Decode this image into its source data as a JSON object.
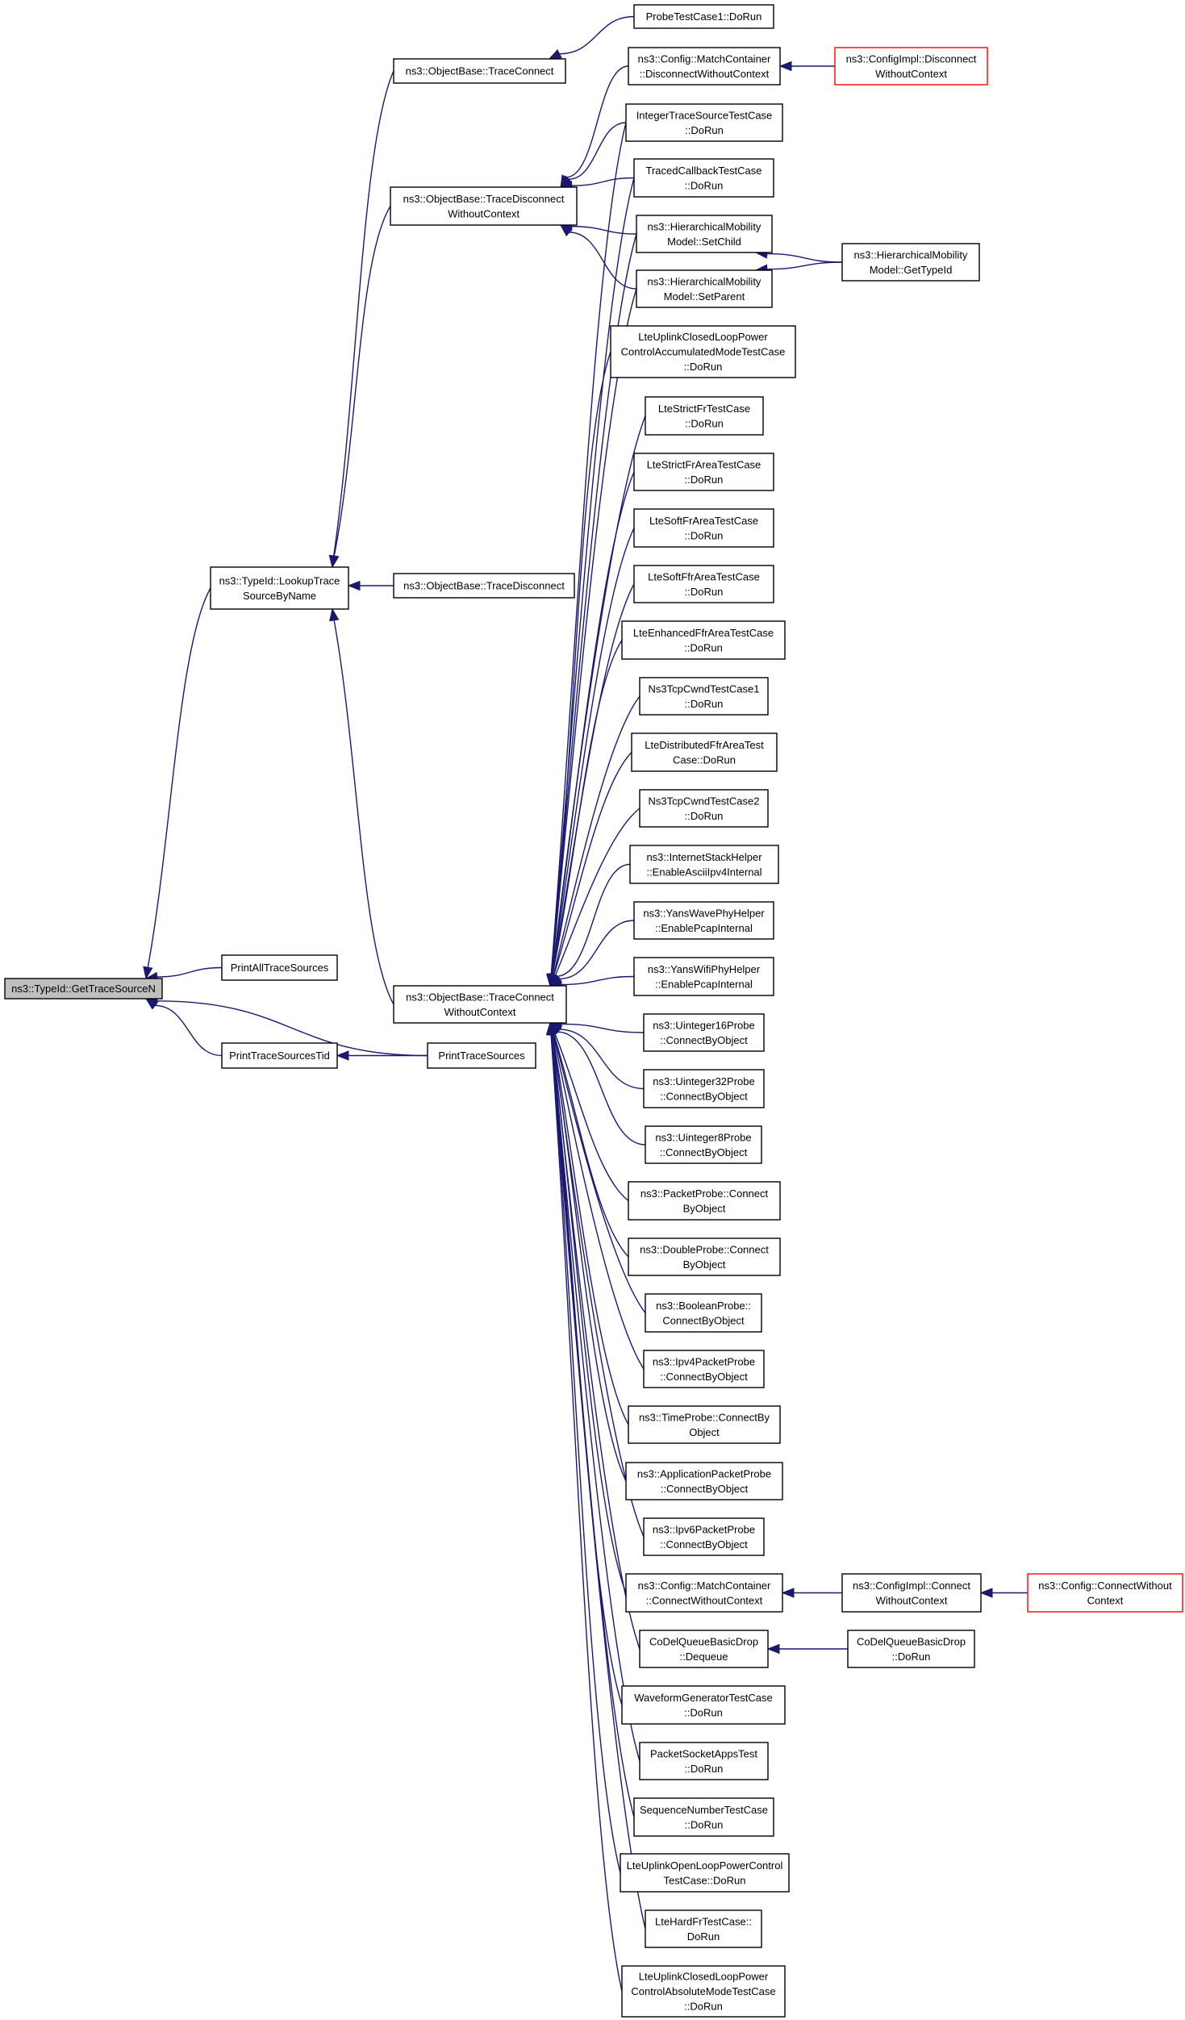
{
  "root": "ns3::TypeId::GetTraceSourceN",
  "nodes": [
    {
      "id": "root",
      "lines": [
        "ns3::TypeId::GetTraceSourceN"
      ],
      "kind": "root"
    },
    {
      "id": "lookup",
      "lines": [
        "ns3::TypeId::LookupTrace",
        "SourceByName"
      ]
    },
    {
      "id": "printAll",
      "lines": [
        "PrintAllTraceSources"
      ]
    },
    {
      "id": "printTid",
      "lines": [
        "PrintTraceSourcesTid"
      ]
    },
    {
      "id": "printTS",
      "lines": [
        "PrintTraceSources"
      ]
    },
    {
      "id": "tc",
      "lines": [
        "ns3::ObjectBase::TraceConnect"
      ]
    },
    {
      "id": "tdwc",
      "lines": [
        "ns3::ObjectBase::TraceDisconnect",
        "WithoutContext"
      ]
    },
    {
      "id": "td",
      "lines": [
        "ns3::ObjectBase::TraceDisconnect"
      ]
    },
    {
      "id": "tcwc",
      "lines": [
        "ns3::ObjectBase::TraceConnect",
        "WithoutContext"
      ]
    },
    {
      "id": "probe1",
      "lines": [
        "ProbeTestCase1::DoRun"
      ]
    },
    {
      "id": "mcDisc",
      "lines": [
        "ns3::Config::MatchContainer",
        "::DisconnectWithoutContext"
      ]
    },
    {
      "id": "cfgDisc",
      "lines": [
        "ns3::ConfigImpl::Disconnect",
        "WithoutContext"
      ],
      "kind": "trunc"
    },
    {
      "id": "intTS",
      "lines": [
        "IntegerTraceSourceTestCase",
        "::DoRun"
      ]
    },
    {
      "id": "tracedCb",
      "lines": [
        "TracedCallbackTestCase",
        "::DoRun"
      ]
    },
    {
      "id": "hmSetChild",
      "lines": [
        "ns3::HierarchicalMobility",
        "Model::SetChild"
      ]
    },
    {
      "id": "hmSetParent",
      "lines": [
        "ns3::HierarchicalMobility",
        "Model::SetParent"
      ]
    },
    {
      "id": "hmGetTypeId",
      "lines": [
        "ns3::HierarchicalMobility",
        "Model::GetTypeId"
      ]
    },
    {
      "id": "lteUlClAcc",
      "lines": [
        "LteUplinkClosedLoopPower",
        "ControlAccumulatedModeTestCase",
        "::DoRun"
      ]
    },
    {
      "id": "lteStrictFr",
      "lines": [
        "LteStrictFrTestCase",
        "::DoRun"
      ]
    },
    {
      "id": "lteStrictFrArea",
      "lines": [
        "LteStrictFrAreaTestCase",
        "::DoRun"
      ]
    },
    {
      "id": "lteSoftFrArea",
      "lines": [
        "LteSoftFrAreaTestCase",
        "::DoRun"
      ]
    },
    {
      "id": "lteSoftFfrArea",
      "lines": [
        "LteSoftFfrAreaTestCase",
        "::DoRun"
      ]
    },
    {
      "id": "lteEnhFfrArea",
      "lines": [
        "LteEnhancedFfrAreaTestCase",
        "::DoRun"
      ]
    },
    {
      "id": "tcpCwnd1",
      "lines": [
        "Ns3TcpCwndTestCase1",
        "::DoRun"
      ]
    },
    {
      "id": "lteDistFfrArea",
      "lines": [
        "LteDistributedFfrAreaTest",
        "Case::DoRun"
      ]
    },
    {
      "id": "tcpCwnd2",
      "lines": [
        "Ns3TcpCwndTestCase2",
        "::DoRun"
      ]
    },
    {
      "id": "inetStack",
      "lines": [
        "ns3::InternetStackHelper",
        "::EnableAsciiIpv4Internal"
      ]
    },
    {
      "id": "yansWave",
      "lines": [
        "ns3::YansWavePhyHelper",
        "::EnablePcapInternal"
      ]
    },
    {
      "id": "yansWifi",
      "lines": [
        "ns3::YansWifiPhyHelper",
        "::EnablePcapInternal"
      ]
    },
    {
      "id": "u16Probe",
      "lines": [
        "ns3::Uinteger16Probe",
        "::ConnectByObject"
      ]
    },
    {
      "id": "u32Probe",
      "lines": [
        "ns3::Uinteger32Probe",
        "::ConnectByObject"
      ]
    },
    {
      "id": "u8Probe",
      "lines": [
        "ns3::Uinteger8Probe",
        "::ConnectByObject"
      ]
    },
    {
      "id": "pktProbe",
      "lines": [
        "ns3::PacketProbe::Connect",
        "ByObject"
      ]
    },
    {
      "id": "dblProbe",
      "lines": [
        "ns3::DoubleProbe::Connect",
        "ByObject"
      ]
    },
    {
      "id": "boolProbe",
      "lines": [
        "ns3::BooleanProbe::",
        "ConnectByObject"
      ]
    },
    {
      "id": "ipv4Probe",
      "lines": [
        "ns3::Ipv4PacketProbe",
        "::ConnectByObject"
      ]
    },
    {
      "id": "timeProbe",
      "lines": [
        "ns3::TimeProbe::ConnectBy",
        "Object"
      ]
    },
    {
      "id": "appProbe",
      "lines": [
        "ns3::ApplicationPacketProbe",
        "::ConnectByObject"
      ]
    },
    {
      "id": "ipv6Probe",
      "lines": [
        "ns3::Ipv6PacketProbe",
        "::ConnectByObject"
      ]
    },
    {
      "id": "mcConn",
      "lines": [
        "ns3::Config::MatchContainer",
        "::ConnectWithoutContext"
      ]
    },
    {
      "id": "cfgConn",
      "lines": [
        "ns3::ConfigImpl::Connect",
        "WithoutContext"
      ]
    },
    {
      "id": "cfgConnTop",
      "lines": [
        "ns3::Config::ConnectWithout",
        "Context"
      ],
      "kind": "trunc"
    },
    {
      "id": "codelDeq",
      "lines": [
        "CoDelQueueBasicDrop",
        "::Dequeue"
      ]
    },
    {
      "id": "codelRun",
      "lines": [
        "CoDelQueueBasicDrop",
        "::DoRun"
      ]
    },
    {
      "id": "waveGen",
      "lines": [
        "WaveformGeneratorTestCase",
        "::DoRun"
      ]
    },
    {
      "id": "pktSock",
      "lines": [
        "PacketSocketAppsTest",
        "::DoRun"
      ]
    },
    {
      "id": "seqNum",
      "lines": [
        "SequenceNumberTestCase",
        "::DoRun"
      ]
    },
    {
      "id": "lteUlOl",
      "lines": [
        "LteUplinkOpenLoopPowerControl",
        "TestCase::DoRun"
      ]
    },
    {
      "id": "lteHardFr",
      "lines": [
        "LteHardFrTestCase::",
        "DoRun"
      ]
    },
    {
      "id": "lteUlClAbs",
      "lines": [
        "LteUplinkClosedLoopPower",
        "ControlAbsoluteModeTestCase",
        "::DoRun"
      ]
    }
  ],
  "edges": [
    [
      "lookup",
      "root"
    ],
    [
      "printAll",
      "root"
    ],
    [
      "printTid",
      "root"
    ],
    [
      "printTS",
      "root"
    ],
    [
      "printTS",
      "printTid"
    ],
    [
      "tc",
      "lookup"
    ],
    [
      "tdwc",
      "lookup"
    ],
    [
      "td",
      "lookup"
    ],
    [
      "tcwc",
      "lookup"
    ],
    [
      "probe1",
      "tc"
    ],
    [
      "mcDisc",
      "tdwc"
    ],
    [
      "intTS",
      "tdwc"
    ],
    [
      "tracedCb",
      "tdwc"
    ],
    [
      "hmSetChild",
      "tdwc"
    ],
    [
      "hmSetParent",
      "tdwc"
    ],
    [
      "cfgDisc",
      "mcDisc"
    ],
    [
      "hmGetTypeId",
      "hmSetChild"
    ],
    [
      "hmGetTypeId",
      "hmSetParent"
    ],
    [
      "intTS",
      "tcwc"
    ],
    [
      "tracedCb",
      "tcwc"
    ],
    [
      "hmSetChild",
      "tcwc"
    ],
    [
      "hmSetParent",
      "tcwc"
    ],
    [
      "lteUlClAcc",
      "tcwc"
    ],
    [
      "lteStrictFr",
      "tcwc"
    ],
    [
      "lteStrictFrArea",
      "tcwc"
    ],
    [
      "lteSoftFrArea",
      "tcwc"
    ],
    [
      "lteSoftFfrArea",
      "tcwc"
    ],
    [
      "lteEnhFfrArea",
      "tcwc"
    ],
    [
      "tcpCwnd1",
      "tcwc"
    ],
    [
      "lteDistFfrArea",
      "tcwc"
    ],
    [
      "tcpCwnd2",
      "tcwc"
    ],
    [
      "inetStack",
      "tcwc"
    ],
    [
      "yansWave",
      "tcwc"
    ],
    [
      "yansWifi",
      "tcwc"
    ],
    [
      "u16Probe",
      "tcwc"
    ],
    [
      "u32Probe",
      "tcwc"
    ],
    [
      "u8Probe",
      "tcwc"
    ],
    [
      "pktProbe",
      "tcwc"
    ],
    [
      "dblProbe",
      "tcwc"
    ],
    [
      "boolProbe",
      "tcwc"
    ],
    [
      "ipv4Probe",
      "tcwc"
    ],
    [
      "timeProbe",
      "tcwc"
    ],
    [
      "appProbe",
      "tcwc"
    ],
    [
      "ipv6Probe",
      "tcwc"
    ],
    [
      "mcConn",
      "tcwc"
    ],
    [
      "codelDeq",
      "tcwc"
    ],
    [
      "waveGen",
      "tcwc"
    ],
    [
      "pktSock",
      "tcwc"
    ],
    [
      "seqNum",
      "tcwc"
    ],
    [
      "lteUlOl",
      "tcwc"
    ],
    [
      "lteHardFr",
      "tcwc"
    ],
    [
      "lteUlClAbs",
      "tcwc"
    ],
    [
      "cfgConn",
      "mcConn"
    ],
    [
      "cfgConnTop",
      "cfgConn"
    ],
    [
      "codelRun",
      "codelDeq"
    ]
  ]
}
